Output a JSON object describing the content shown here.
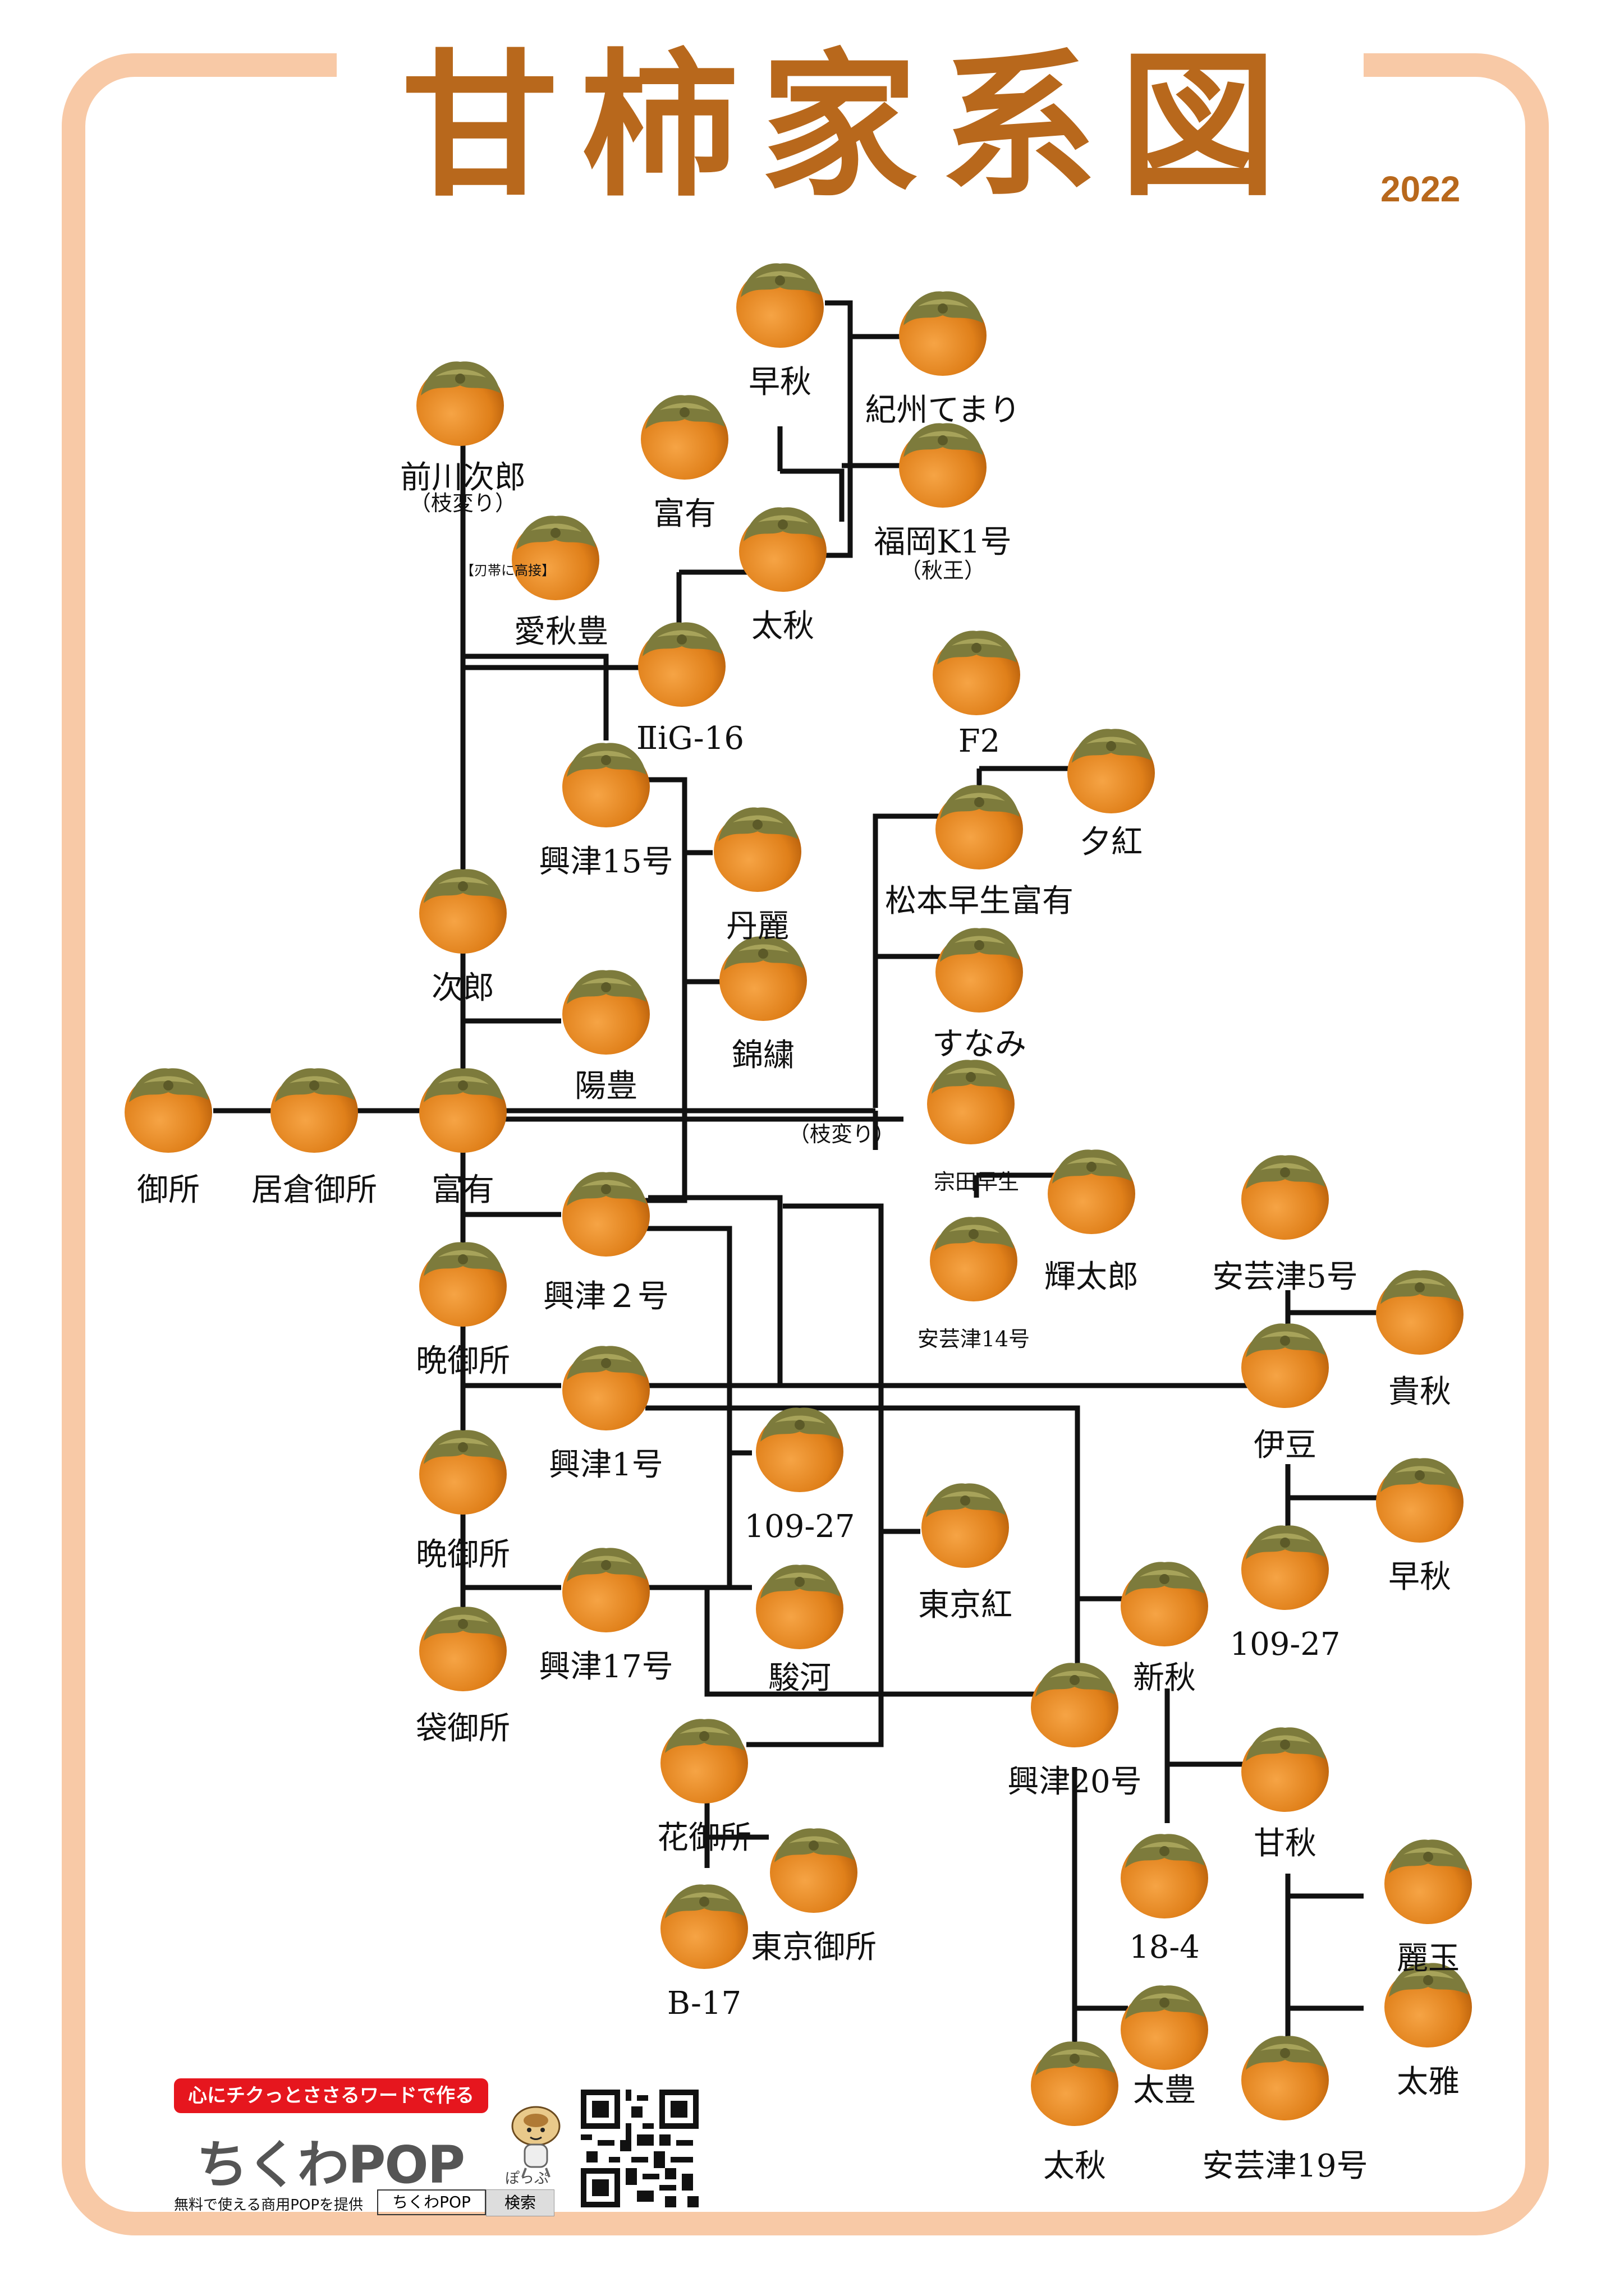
{
  "title": "甘柿家系図",
  "year": "2022",
  "colors": {
    "title": "#b8681c",
    "frame": "#f8c9a6",
    "fruit": "#e8891e",
    "calyx": "#7a7a3a"
  },
  "diagram": {
    "nodes": {
      "gosho": "御所",
      "kurasho": "居倉御所",
      "fuyu": "富有",
      "maekawa": "前川次郎",
      "maekawa_note": "（枝変り）",
      "aishuho": "愛秋豊",
      "aishuho_note": "【刃帯に高接】",
      "jiro": "次郎",
      "yoho": "陽豊",
      "soshu1": "早秋",
      "kishu": "紀州てまり",
      "fuyu2": "富有",
      "fukuoka": "福岡K1号",
      "fukuoka_note": "（秋王）",
      "taishu1": "太秋",
      "iig16": "ⅡiG-16",
      "okitsu15": "興津15号",
      "tanrei": "丹麗",
      "kinshu": "錦繍",
      "f2": "F2",
      "yubeni": "夕紅",
      "matsumoto": "松本早生富有",
      "sunami": "すなみ",
      "sunami_note": "（枝変り）",
      "soda": "宗田早生",
      "kitaro": "輝太郎",
      "aki14": "安芸津14号",
      "aki5": "安芸津5号",
      "kishu2": "貴秋",
      "izu": "伊豆",
      "okitsu2": "興津２号",
      "bangosho1": "晩御所",
      "okitsu1": "興津1号",
      "n10927a": "109-27",
      "bangosho2": "晩御所",
      "tokyobeni": "東京紅",
      "soshu2": "早秋",
      "n10927b": "109-27",
      "okitsu17": "興津17号",
      "suruga": "駿河",
      "fukurogosho": "袋御所",
      "shinshu": "新秋",
      "hanagosho": "花御所",
      "okitsu20": "興津20号",
      "amaaki": "甘秋",
      "tokyogosho": "東京御所",
      "b17": "B-17",
      "n184": "18-4",
      "reigyoku": "麗玉",
      "taiho": "太豊",
      "taiga": "太雅",
      "taishu2": "太秋",
      "aki19": "安芸津19号"
    }
  },
  "promo": {
    "tagline": "心にチクっとささるワードで作る",
    "brand": "ちくわPOP",
    "brand_kana": "ぽっぷ",
    "description": "無料で使える商用POPを提供",
    "search_value": "ちくわPOP",
    "search_button": "検索"
  }
}
